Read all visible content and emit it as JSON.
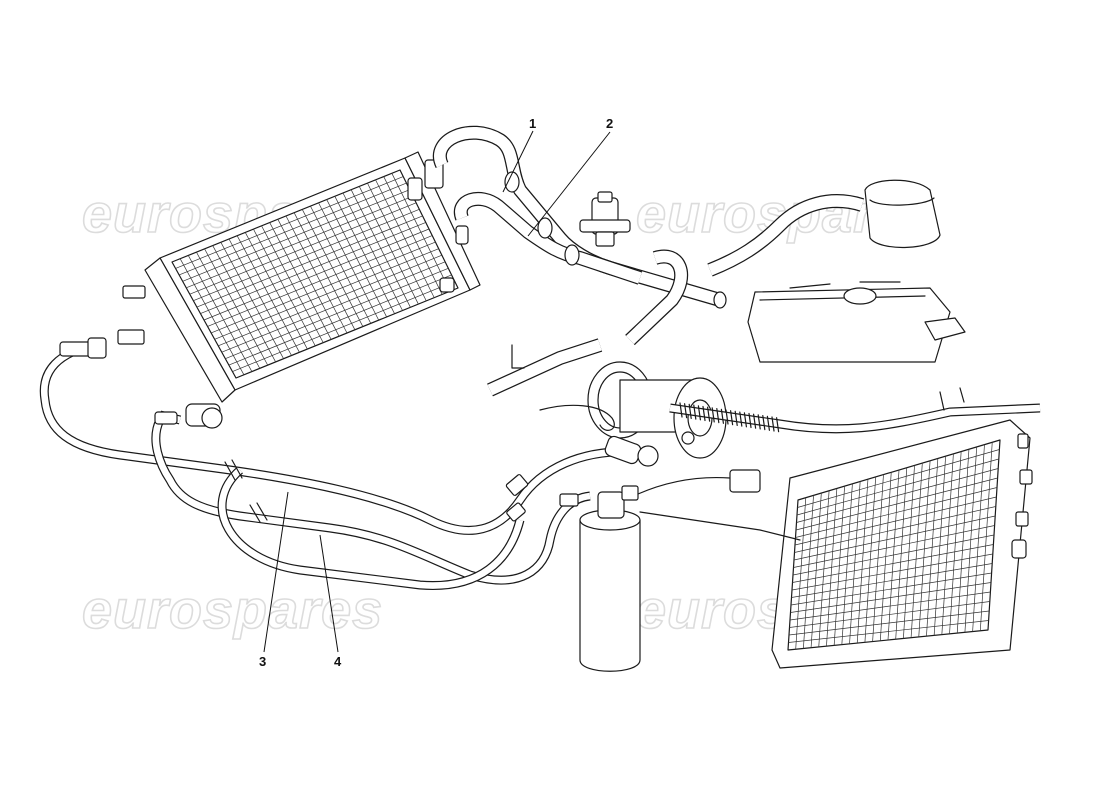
{
  "watermark": {
    "text": "eurospares"
  },
  "callouts": [
    {
      "id": "1",
      "label": "1"
    },
    {
      "id": "2",
      "label": "2"
    },
    {
      "id": "3",
      "label": "3"
    },
    {
      "id": "4",
      "label": "4"
    }
  ]
}
